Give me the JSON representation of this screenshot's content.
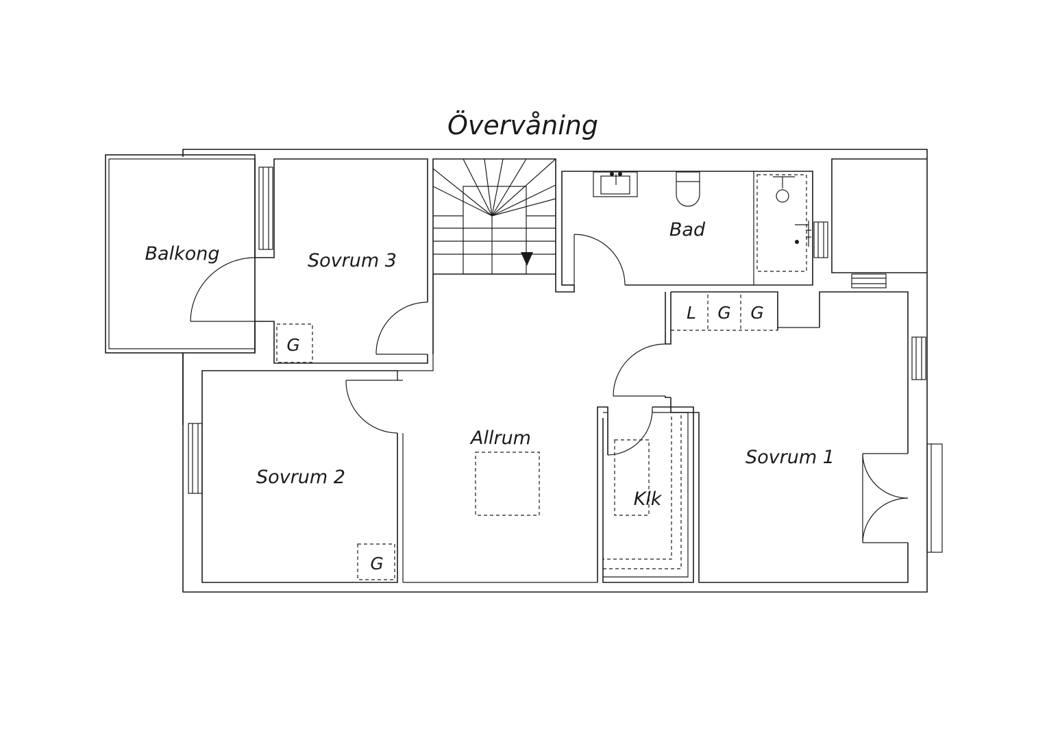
{
  "plan": {
    "title": "Övervåning",
    "rooms": {
      "balkong": "Balkong",
      "sovrum3": "Sovrum 3",
      "bad": "Bad",
      "allrum": "Allrum",
      "sovrum2": "Sovrum 2",
      "sovrum1": "Sovrum 1",
      "klk": "Klk"
    },
    "storage": {
      "sovrum3_wardrobe": "G",
      "sovrum2_wardrobe": "G",
      "hall_linen": "L",
      "hall_wardrobe_1": "G",
      "hall_wardrobe_2": "G"
    }
  }
}
